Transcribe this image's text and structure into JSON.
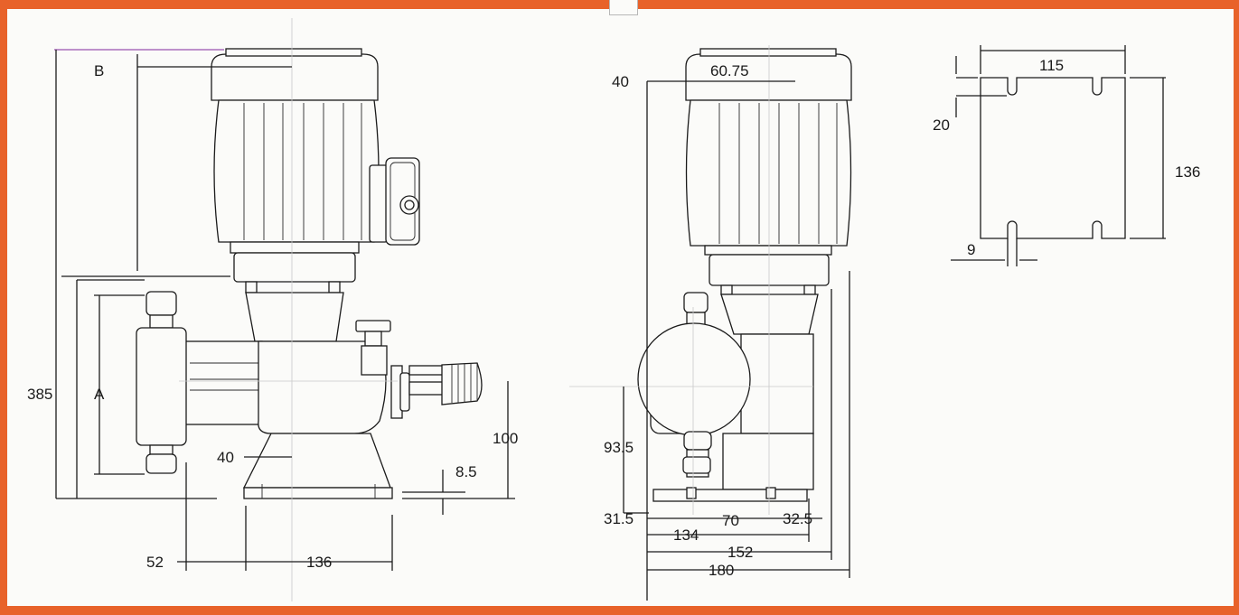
{
  "side_view": {
    "labels": {
      "letter_b": "B",
      "letter_a": "A"
    },
    "dimensions": {
      "height_total": "385",
      "dia_offset": "40",
      "base_thickness": "8.5",
      "axis_height": "100",
      "head_offset": "52",
      "base_length": "136"
    }
  },
  "front_view": {
    "dimensions": {
      "top_offset": "40",
      "motor_half": "60.75",
      "axis_height": "93.5",
      "left_offset": "31.5",
      "mid_span": "70",
      "right_offset": "32.5",
      "hole_span": "134",
      "base_width": "152",
      "overall_width": "180"
    }
  },
  "base_plate": {
    "dimensions": {
      "width": "115",
      "slot_depth": "20",
      "height": "136",
      "slot_width": "9"
    }
  },
  "colors": {
    "frame": "#e8622a",
    "paper": "#fbfbf9",
    "line": "#1b1b1b"
  }
}
